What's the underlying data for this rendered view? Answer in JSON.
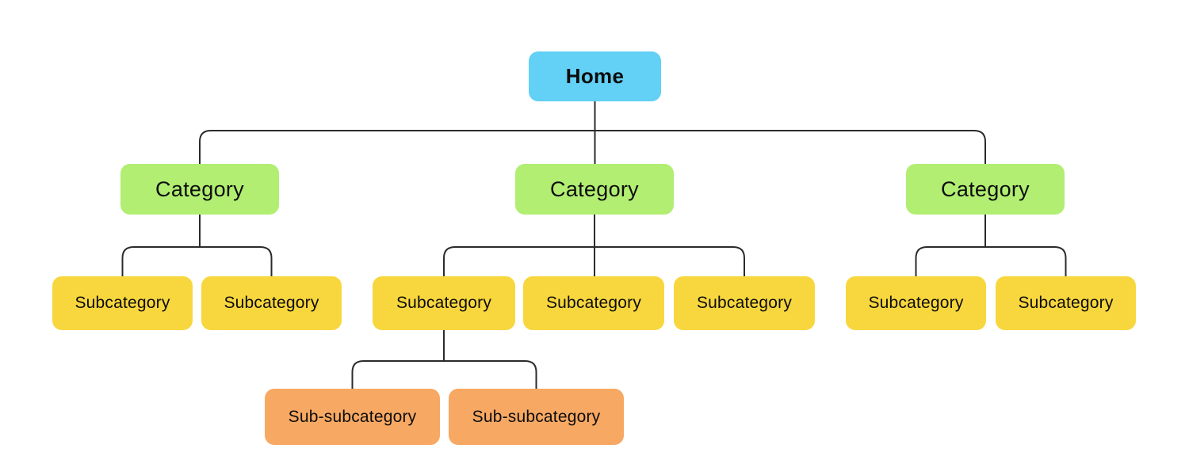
{
  "diagram": {
    "type": "sitemap-tree",
    "background": "#ffffff",
    "connector_color": "#2b2b2b"
  },
  "palette": {
    "home": "#63D0F5",
    "category": "#B1EE72",
    "subcategory": "#F8D73E",
    "sub_subcategory": "#F7A862"
  },
  "nodes": {
    "home": {
      "label": "Home",
      "level": "home"
    },
    "cat1": {
      "label": "Category",
      "level": "category"
    },
    "cat2": {
      "label": "Category",
      "level": "category"
    },
    "cat3": {
      "label": "Category",
      "level": "category"
    },
    "sub1": {
      "label": "Subcategory",
      "level": "subcategory"
    },
    "sub2": {
      "label": "Subcategory",
      "level": "subcategory"
    },
    "sub3": {
      "label": "Subcategory",
      "level": "subcategory"
    },
    "sub4": {
      "label": "Subcategory",
      "level": "subcategory"
    },
    "sub5": {
      "label": "Subcategory",
      "level": "subcategory"
    },
    "sub6": {
      "label": "Subcategory",
      "level": "subcategory"
    },
    "sub7": {
      "label": "Subcategory",
      "level": "subcategory"
    },
    "ss1": {
      "label": "Sub-subcategory",
      "level": "sub_subcategory"
    },
    "ss2": {
      "label": "Sub-subcategory",
      "level": "sub_subcategory"
    }
  },
  "edges": [
    {
      "from": "home",
      "to": [
        "cat1",
        "cat2",
        "cat3"
      ]
    },
    {
      "from": "cat1",
      "to": [
        "sub1",
        "sub2"
      ]
    },
    {
      "from": "cat2",
      "to": [
        "sub3",
        "sub4",
        "sub5"
      ]
    },
    {
      "from": "cat3",
      "to": [
        "sub6",
        "sub7"
      ]
    },
    {
      "from": "sub3",
      "to": [
        "ss1",
        "ss2"
      ]
    }
  ]
}
